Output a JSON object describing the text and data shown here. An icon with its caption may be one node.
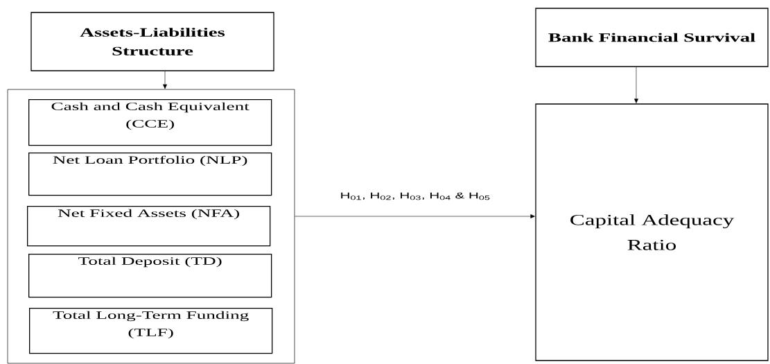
{
  "diagram": {
    "nodes": [
      {
        "text": [
          "Assets-Liabilities Structure"
        ]
      },
      {
        "text": [],
        "shape": "box"
      },
      {
        "text": [
          "Cash and Cash Equivalent (CCE)"
        ],
        "in": 1
      },
      {
        "text": [
          "Net Loan Portfolio (NLP)"
        ],
        "in": 1
      },
      {
        "text": [
          "Net Fixed Assets (NFA)"
        ],
        "in": 1
      },
      {
        "text": [
          "Total Deposit (TD)"
        ],
        "in": 1
      },
      {
        "text": [
          "Total Long-Term Funding (TLF)"
        ],
        "in": 1
      },
      {
        "text": [
          "Bank Financial Survival"
        ]
      },
      {
        "text": [
          "Capital Adequacy Ratio"
        ]
      }
    ],
    "edges": [
      {
        "from": 0,
        "to": 1,
        "arrow": "to"
      },
      {
        "from": 7,
        "to": 8,
        "arrow": "to"
      },
      {
        "from": 1,
        "to": 8,
        "arrow": "to",
        "label": "H$_{01}$, H$_{02}$, H$_{03}$, H$_{04}$ & H$_{05}$"
      }
    ]
  }
}
